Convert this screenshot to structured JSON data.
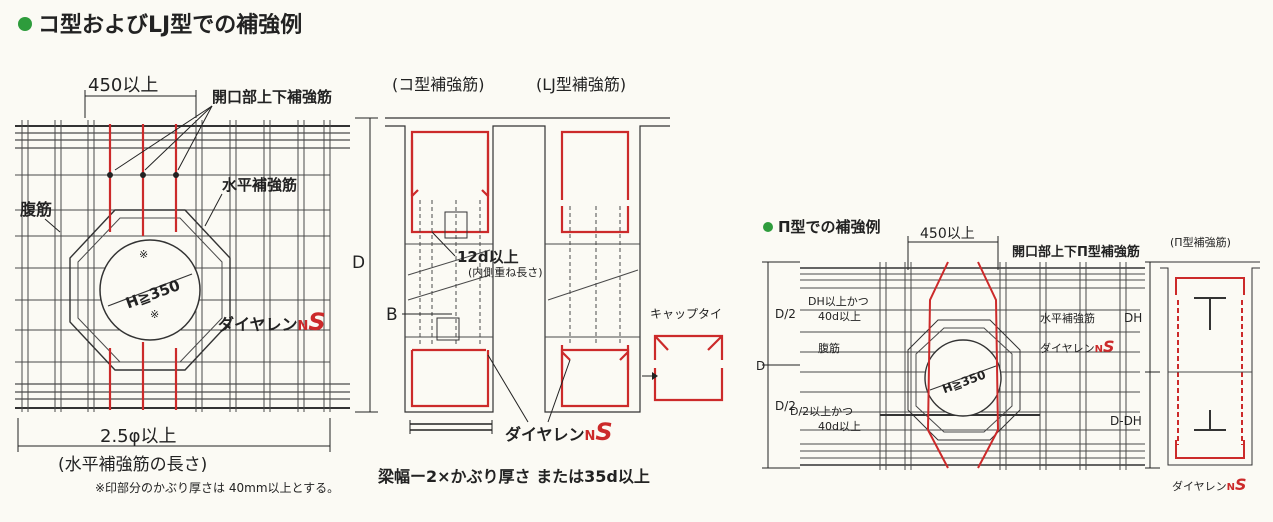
{
  "colors": {
    "accent_green": "#2e9c3c",
    "rebar_red": "#cc2a2a",
    "mesh_gray": "#4a4a4a",
    "background": "#fbfaf4"
  },
  "left": {
    "title": "コ型およびLJ型での補強例",
    "dim_450": "450以上",
    "label_opening_rebar": "開口部上下補強筋",
    "label_horizontal_rebar": "水平補強筋",
    "label_stirrup": "腹筋",
    "label_D": "D",
    "label_H": "H≧350",
    "mark_asterisk": "※",
    "label_product_text": "ダイヤレン",
    "label_product_brand": "N",
    "label_product_s": "S",
    "dim_25phi": "2.5φ以上",
    "dim_25phi_note": "(水平補強筋の長さ)",
    "footnote": "※印部分のかぶり厚さは 40mm以上とする。"
  },
  "middle": {
    "heading_ko": "(コ型補強筋)",
    "heading_u": "(LJ型補強筋)",
    "label_12d": "12d以上",
    "label_12d_note": "(内側重ね長さ)",
    "label_B": "B",
    "label_captie": "キャップタイ",
    "label_product_text": "ダイヤレン",
    "label_product_brand": "N",
    "label_product_s": "S",
    "beam_formula": "梁幅ー2×かぶり厚さ または35d以上"
  },
  "right": {
    "title": "Π型での補強例",
    "dim_450": "450以上",
    "label_opening_pi": "開口部上下Π型補強筋",
    "heading_pi": "(Π型補強筋)",
    "label_dh40d_l1": "DH以上かつ",
    "label_dh40d_l2": "40d以上",
    "label_stirrup": "腹筋",
    "label_horizontal_rebar": "水平補強筋",
    "label_product_text": "ダイヤレン",
    "label_product_brand": "N",
    "label_product_s": "S",
    "label_d2_40d_l1": "D/2以上かつ",
    "label_d2_40d_l2": "40d以上",
    "label_D2_top": "D/2",
    "label_D2_bottom": "D/2",
    "label_D": "D",
    "label_DH": "DH",
    "label_D_DH": "D-DH",
    "label_H": "H≧350",
    "label_product_bottom_text": "ダイヤレン",
    "label_product_bottom_brand": "N",
    "label_product_bottom_s": "S"
  }
}
